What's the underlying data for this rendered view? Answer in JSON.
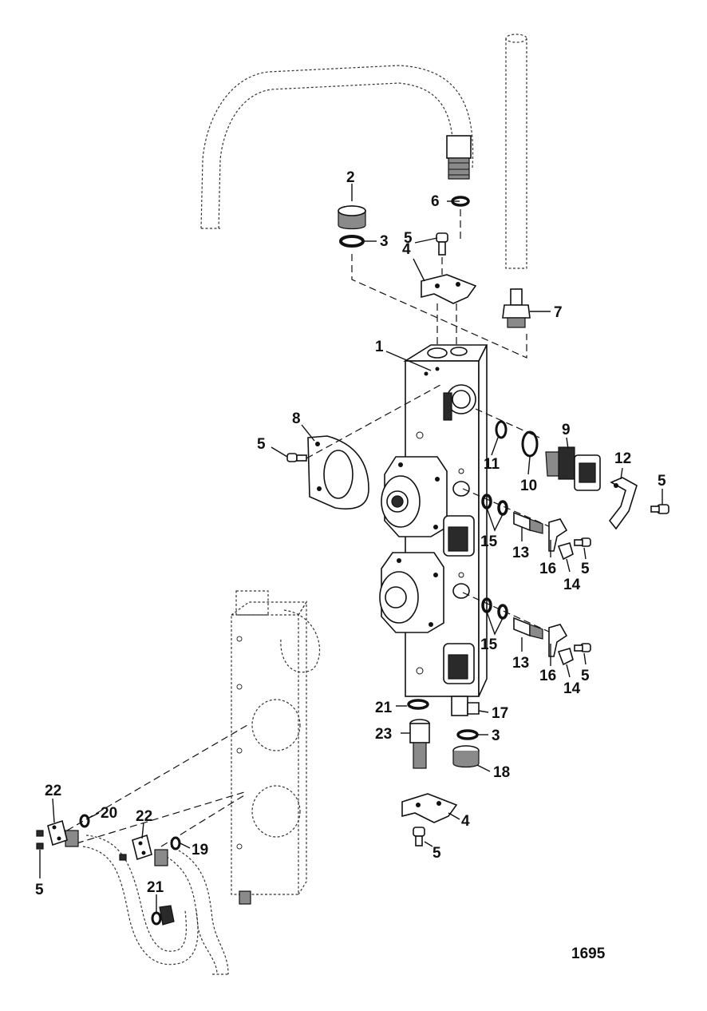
{
  "diagram": {
    "figure_number": "1695",
    "callouts": [
      {
        "id": "c-1",
        "label": "1"
      },
      {
        "id": "c-2",
        "label": "2"
      },
      {
        "id": "c-3a",
        "label": "3"
      },
      {
        "id": "c-3b",
        "label": "3"
      },
      {
        "id": "c-4a",
        "label": "4"
      },
      {
        "id": "c-4b",
        "label": "4"
      },
      {
        "id": "c-5a",
        "label": "5"
      },
      {
        "id": "c-5b",
        "label": "5"
      },
      {
        "id": "c-5c",
        "label": "5"
      },
      {
        "id": "c-5d",
        "label": "5"
      },
      {
        "id": "c-5e",
        "label": "5"
      },
      {
        "id": "c-5f",
        "label": "5"
      },
      {
        "id": "c-5g",
        "label": "5"
      },
      {
        "id": "c-6",
        "label": "6"
      },
      {
        "id": "c-7",
        "label": "7"
      },
      {
        "id": "c-8",
        "label": "8"
      },
      {
        "id": "c-9",
        "label": "9"
      },
      {
        "id": "c-10",
        "label": "10"
      },
      {
        "id": "c-11",
        "label": "11"
      },
      {
        "id": "c-12",
        "label": "12"
      },
      {
        "id": "c-13a",
        "label": "13"
      },
      {
        "id": "c-13b",
        "label": "13"
      },
      {
        "id": "c-14a",
        "label": "14"
      },
      {
        "id": "c-14b",
        "label": "14"
      },
      {
        "id": "c-15a",
        "label": "15"
      },
      {
        "id": "c-15b",
        "label": "15"
      },
      {
        "id": "c-16a",
        "label": "16"
      },
      {
        "id": "c-16b",
        "label": "16"
      },
      {
        "id": "c-17",
        "label": "17"
      },
      {
        "id": "c-18",
        "label": "18"
      },
      {
        "id": "c-19",
        "label": "19"
      },
      {
        "id": "c-20",
        "label": "20"
      },
      {
        "id": "c-21a",
        "label": "21"
      },
      {
        "id": "c-21b",
        "label": "21"
      },
      {
        "id": "c-22a",
        "label": "22"
      },
      {
        "id": "c-22b",
        "label": "22"
      },
      {
        "id": "c-23",
        "label": "23"
      }
    ]
  }
}
